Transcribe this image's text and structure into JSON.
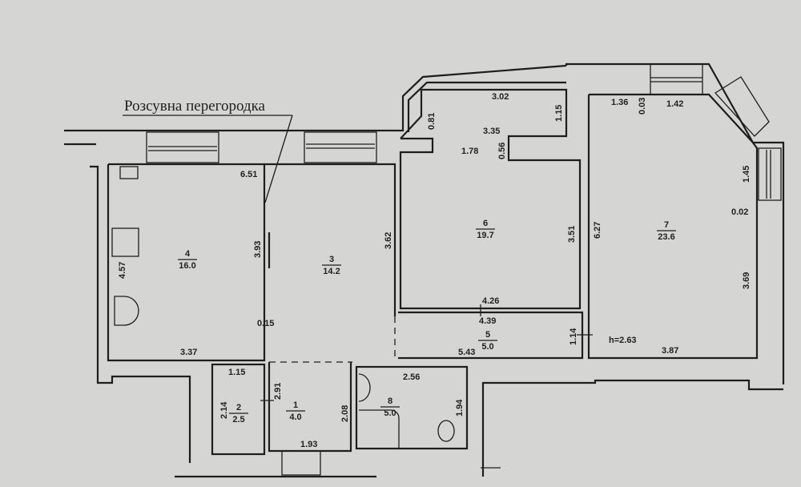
{
  "annotation": {
    "text": "Розсувна перегородка"
  },
  "rooms": [
    {
      "number": "1",
      "area": "4.0"
    },
    {
      "number": "2",
      "area": "2.5"
    },
    {
      "number": "3",
      "area": "14.2"
    },
    {
      "number": "4",
      "area": "16.0"
    },
    {
      "number": "5",
      "area": "5.0"
    },
    {
      "number": "6",
      "area": "19.7"
    },
    {
      "number": "7",
      "area": "23.6"
    },
    {
      "number": "8",
      "area": "5.0"
    }
  ],
  "dimensions": [
    "6.51",
    "3.93",
    "4.57",
    "0.15",
    "3.37",
    "3.62",
    "3.02",
    "0.81",
    "1.15",
    "3.35",
    "1.78",
    "0.56",
    "3.51",
    "4.26",
    "4.39",
    "5.43",
    "1.14",
    "1.36",
    "0.03",
    "1.42",
    "1.45",
    "0.02",
    "6.27",
    "3.69",
    "3.87",
    "1.15",
    "2.14",
    "2.91",
    "2.08",
    "1.93",
    "2.56",
    "1.94"
  ],
  "ceiling_height": "h=2.63",
  "colors": {
    "background": "#d5d5d3",
    "lines": "#1e1e1e"
  }
}
